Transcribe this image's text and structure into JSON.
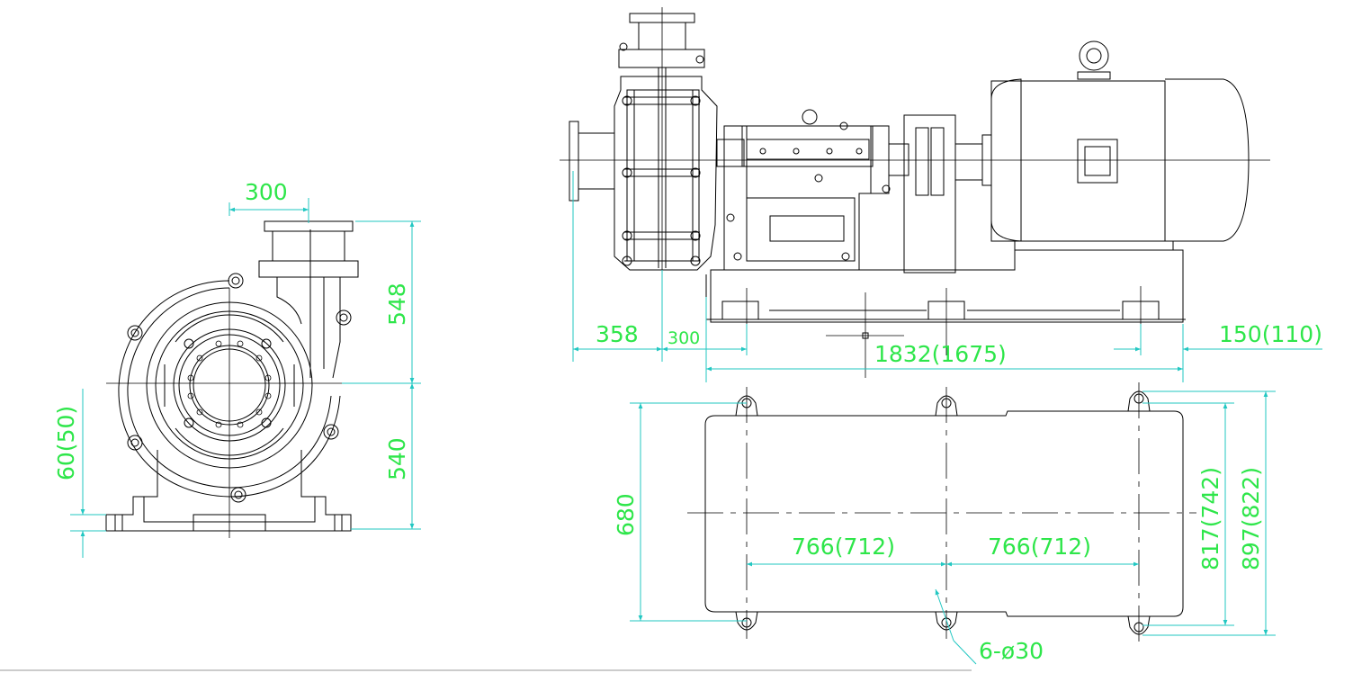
{
  "dimensions": {
    "front_inlet_offset": "300",
    "front_height_upper": "548",
    "front_height_lower": "540",
    "front_base_thickness": "60(50)",
    "side_inlet": "358",
    "side_gap": "300",
    "side_total_length": "1832(1675)",
    "side_motor_offset": "150(110)",
    "plan_width": "680",
    "plan_bolt_left": "766(712)",
    "plan_bolt_right": "766(712)",
    "plan_inner_width": "817(742)",
    "plan_outer_width": "897(822)",
    "plan_holes": "6-ø30"
  },
  "colors": {
    "line": "#000000",
    "dimension_line": "#22c7c2",
    "dimension_text": "#2ee64a",
    "background": "#ffffff"
  }
}
